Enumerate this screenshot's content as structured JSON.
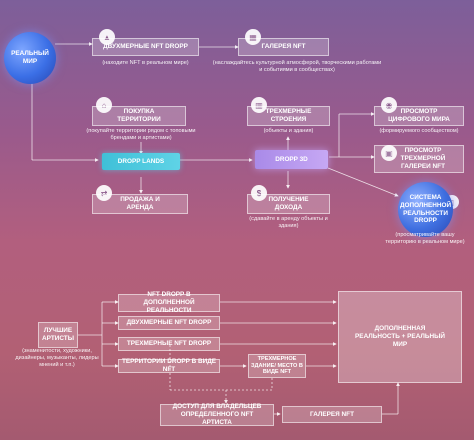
{
  "top": {
    "real_world": "РЕАЛЬНЫЙ МИР",
    "nft_2d": "ДВУХМЕРНЫЕ NFT DROPP",
    "nft_2d_sub": "(находите NFT в реальном мире)",
    "gallery": "ГАЛЕРЕЯ NFT",
    "gallery_sub": "(наслаждайтесь культурной атмосферой, творческими работами и событиями в сообществах)",
    "buy_land": "ПОКУПКА ТЕРРИТОРИИ",
    "buy_land_sub": "(покупайте территории рядом с топовыми брендами и артистами)",
    "objects_3d": "ТРЕХМЕРНЫЕ СТРОЕНИЯ",
    "objects_3d_sub": "(объекты и здания)",
    "view_digital": "ПРОСМОТР ЦИФРОВОГО МИРА",
    "view_digital_sub": "(формируемого сообществом)",
    "view_3d_gallery": "ПРОСМОТР ТРЕХМЕРНОЙ ГАЛЕРЕИ NFT",
    "dropp_lands": "DROPP LANDS",
    "dropp_3d": "DROPP 3D",
    "ar_system": "СИСТЕМА ДОПОЛНЕННОЙ РЕАЛЬНОСТИ DROPP",
    "ar_system_sub": "(просматривайте вашу территорию в реальном мире)",
    "sale_rent": "ПРОДАЖА И АРЕНДА",
    "income": "ПОЛУЧЕНИЕ ДОХОДА",
    "income_sub": "(сдавайте в аренду объекты и здания)"
  },
  "bottom": {
    "best_artists": "ЛУЧШИЕ АРТИСТЫ",
    "best_artists_sub": "(знаменитости, художники, дизайнеры, музыканты, лидеры мнений и т.п.)",
    "nft_ar": "NFT DROPP В ДОПОЛНЕННОЙ РЕАЛЬНОСТИ",
    "nft_2d": "ДВУХМЕРНЫЕ NFT DROPP",
    "nft_3d": "ТРЕХМЕРНЫЕ NFT DROPP",
    "territories_nft": "ТЕРРИТОРИИ DROPP В ВИДЕ NFT",
    "building_nft": "ТРЕХМЕРНОЕ ЗДАНИЕ/ МЕСТО В ВИДЕ NFT",
    "ar_world": "ДОПОЛНЕННАЯ РЕАЛЬНОСТЬ + РЕАЛЬНЫЙ МИР",
    "access": "ДОСТУП ДЛЯ ВЛАДЕЛЬЦЕВ ОПРЕДЕЛЕННОГО NFT АРТИСТА",
    "gallery": "ГАЛЕРЕЯ NFT"
  },
  "icons": [
    "nft-icon",
    "gallery-icon",
    "land-icon",
    "building-icon",
    "eye-icon",
    "gallery-view-icon",
    "sale-icon",
    "income-icon",
    "phone-icon"
  ],
  "colors": {
    "dropp_lands": "#3fc0d8",
    "dropp_3d": "#b99cf0",
    "real_world_globe": "#3b6fe6",
    "ar_globe": "#3f6fe0"
  }
}
